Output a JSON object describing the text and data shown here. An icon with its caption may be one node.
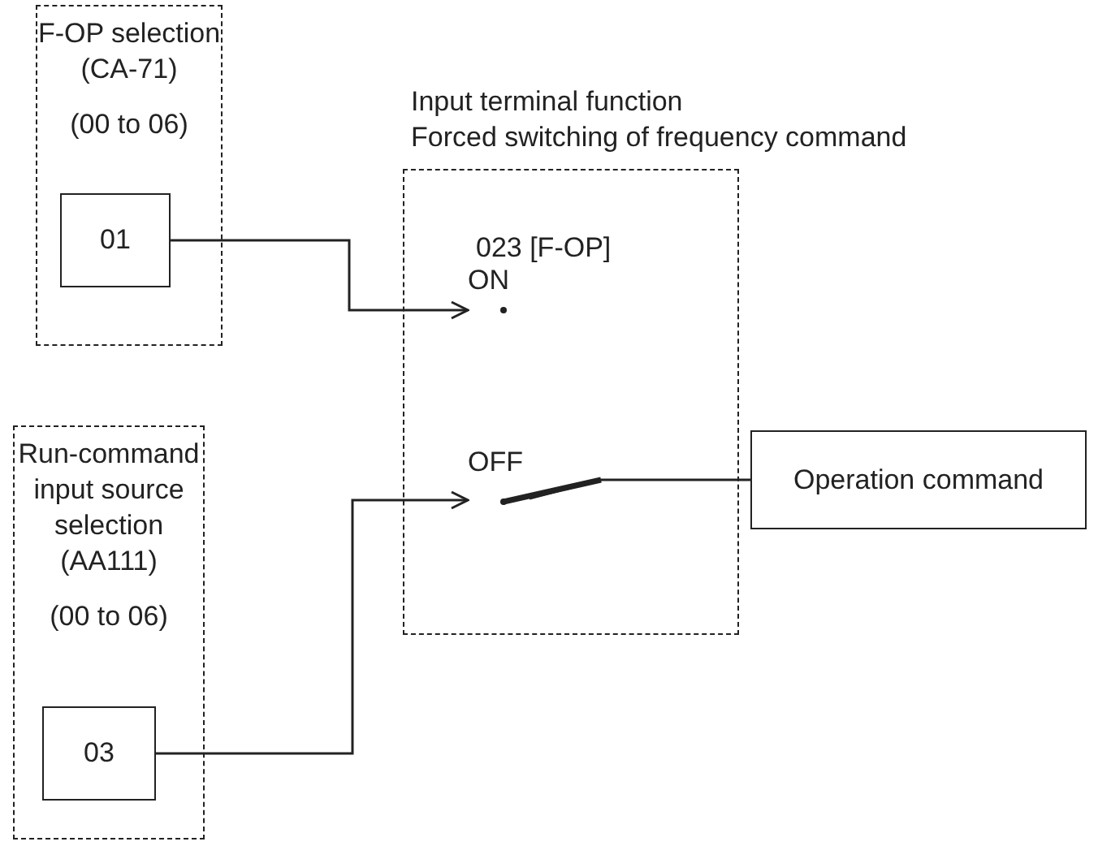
{
  "diagram": {
    "nodes": [
      {
        "text": [
          "F-OP selection (CA-71)",
          "(00 to 06)"
        ]
      },
      {
        "text": [
          "01"
        ],
        "in": 0
      },
      {
        "text": [
          "Run-command input source selection (AA111)",
          "(00 to 06)"
        ]
      },
      {
        "text": [
          "03"
        ],
        "in": 2
      },
      {
        "text": [
          "Input terminal function",
          "Forced switching of frequency command",
          "023 [F-OP]"
        ]
      },
      {
        "text": [
          "ON"
        ],
        "in": 4
      },
      {
        "text": [
          "OFF"
        ],
        "in": 4
      },
      {
        "text": [
          "Operation command"
        ]
      }
    ],
    "edges": [
      {
        "from": 1,
        "to": 5,
        "arrow": "to"
      },
      {
        "from": 3,
        "to": 6,
        "arrow": "to"
      },
      {
        "from": 6,
        "to": 7,
        "arrow": "none"
      }
    ]
  }
}
